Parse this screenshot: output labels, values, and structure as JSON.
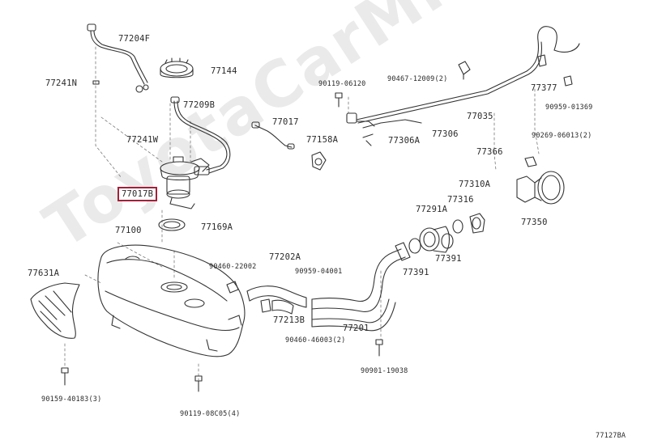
{
  "diagram": {
    "figure_id": "77127BA",
    "watermark": "ToyotaCarMine.ru",
    "callouts": [
      {
        "id": "c-77204F",
        "text": "77204F"
      },
      {
        "id": "c-77144",
        "text": "77144"
      },
      {
        "id": "c-77241N",
        "text": "77241N"
      },
      {
        "id": "c-77209B",
        "text": "77209B"
      },
      {
        "id": "c-77017",
        "text": "77017"
      },
      {
        "id": "c-77241W",
        "text": "77241W"
      },
      {
        "id": "c-77158A",
        "text": "77158A"
      },
      {
        "id": "c-77017B",
        "text": "77017B",
        "highlight": true
      },
      {
        "id": "c-77100",
        "text": "77100"
      },
      {
        "id": "c-77169A",
        "text": "77169A"
      },
      {
        "id": "c-77631A",
        "text": "77631A"
      },
      {
        "id": "c-77202A",
        "text": "77202A"
      },
      {
        "id": "c-90460-22002",
        "text": "90460-22002",
        "small": true
      },
      {
        "id": "c-90959-04001",
        "text": "90959-04001",
        "small": true
      },
      {
        "id": "c-77213B",
        "text": "77213B"
      },
      {
        "id": "c-90460-46003",
        "text": "90460-46003(2)",
        "small": true
      },
      {
        "id": "c-77201",
        "text": "77201"
      },
      {
        "id": "c-90901-19038",
        "text": "90901-19038",
        "small": true
      },
      {
        "id": "c-90159-40183",
        "text": "90159-40183(3)",
        "small": true
      },
      {
        "id": "c-90119-08C05",
        "text": "90119-08C05(4)",
        "small": true
      },
      {
        "id": "c-90119-06120",
        "text": "90119-06120",
        "small": true
      },
      {
        "id": "c-90467-12009",
        "text": "90467-12009(2)",
        "small": true
      },
      {
        "id": "c-77035",
        "text": "77035"
      },
      {
        "id": "c-77377",
        "text": "77377"
      },
      {
        "id": "c-90959-01369",
        "text": "90959-01369",
        "small": true
      },
      {
        "id": "c-77306",
        "text": "77306"
      },
      {
        "id": "c-77306A",
        "text": "77306A"
      },
      {
        "id": "c-90269-06013",
        "text": "90269-06013(2)",
        "small": true
      },
      {
        "id": "c-77366",
        "text": "77366"
      },
      {
        "id": "c-77310A",
        "text": "77310A"
      },
      {
        "id": "c-77316",
        "text": "77316"
      },
      {
        "id": "c-77291A",
        "text": "77291A"
      },
      {
        "id": "c-77391-a",
        "text": "77391"
      },
      {
        "id": "c-77391-b",
        "text": "77391"
      },
      {
        "id": "c-77350",
        "text": "77350"
      }
    ]
  }
}
